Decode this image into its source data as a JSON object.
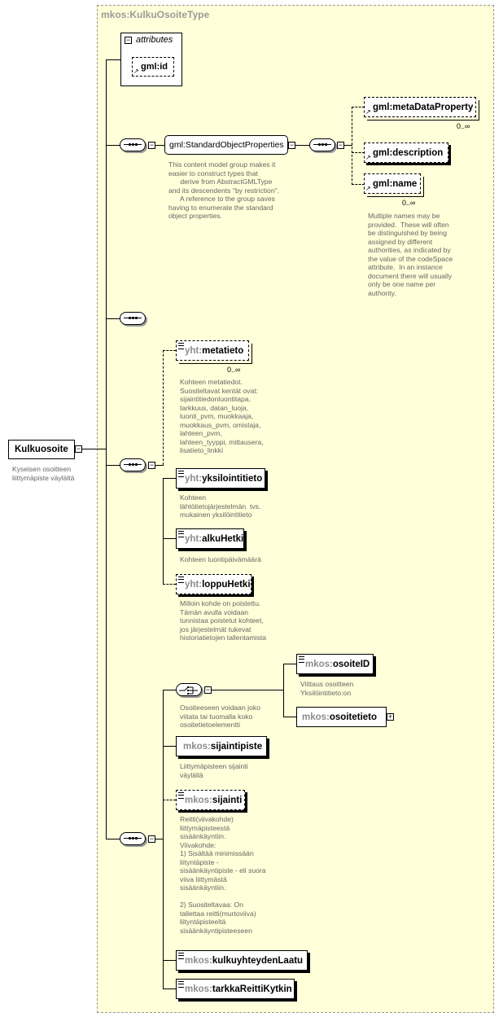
{
  "type_name": "mkos:KulkuOsoiteType",
  "root": {
    "label": "Kulkuosoite",
    "annotation": "Kyseisen osoitteen\nliittymäpiste väylältä"
  },
  "attributes": {
    "label": "attributes",
    "gml_id": "gml:id"
  },
  "std_group": {
    "label": "gml:StandardObjectProperties",
    "annotation": "This content model group makes it\neasier to construct types that\n      derive from AbstractGMLType\nand its descendents \"by restriction\".\n      A reference to the group saves\nhaving to enumerate the standard\nobject properties."
  },
  "gml": {
    "metaDataProperty": "gml:metaDataProperty",
    "metaDataProperty_card": "0..∞",
    "description": "gml:description",
    "name": "gml:name",
    "name_card": "0..∞",
    "name_annotation": "Multiple names may be\nprovided.  These will often\nbe distinguished by being\nassigned by different\nauthorities, as indicated by\nthe value of the codeSpace\nattribute.  In an instance\ndocument there will usually\nonly be one name per\nauthority."
  },
  "yht": {
    "metatieto_ns": "yht:",
    "metatieto": "metatieto",
    "metatieto_card": "0..∞",
    "metatieto_annotation": "Kohteen metatiedot.\nSuositeltavat kentät ovat:\nsijaintitiedonluontitapa,\ntarkkuus, datan_luoja,\nluonti_pvm, muokkaaja,\nmuokkaus_pvm, omistaja,\nlahteen_pvm,\nlahteen_tyyppi, mittausera,\nlisatieto_linkki",
    "yksilointitieto_ns": "yht:",
    "yksilointitieto": "yksilointitieto",
    "yksilointitieto_annotation": "Kohteen\nlähtötietojärjestelmän  tvs.\nmukainen yksilöintitieto",
    "alkuHetki_ns": "yht:",
    "alkuHetki": "alkuHetki",
    "alkuHetki_annotation": "Kohteen luontipäivämäärä",
    "loppuHetki_ns": "yht:",
    "loppuHetki": "loppuHetki",
    "loppuHetki_annotation": "Milloin kohde on poistettu.\nTämän avulla voidaan\ntunnistaa poistetut kohteet,\njos järjestelmät tukevat\nhistoriatietojen tallentamista"
  },
  "mkos": {
    "choice_annotation": "Osoiteeseen voidaan joko\nviitata tai tuomalla koko\nosoitetietoelementti",
    "osoiteID_ns": "mkos:",
    "osoiteID": "osoiteID",
    "osoiteID_annotation": "Viittaus osoitteen\nYksilöintitieto:on",
    "osoitetieto_ns": "mkos:",
    "osoitetieto": "osoitetieto",
    "sijaintipiste_ns": "mkos:",
    "sijaintipiste": "sijaintipiste",
    "sijaintipiste_annotation": "Liittymäpisteen sijainti\nväylällä",
    "sijainti_ns": "mkos:",
    "sijainti": "sijainti",
    "sijainti_annotation": "Reitti(viivakohde)\nliittymäpisteestä\nsisäänkäyntiin.\nViivakohde:\n1) Sisältää minimissään\nliityntäpiste -\nsisäänkäyntipiste - eli suora\nviiva liittymästä\nsisäänkäyntiin.\n\n2) Suositeltavaa: On\ntallettaa reitti(murtoviiva)\nliityntäpisteeltä\nsisäänkäyntipisteeseen",
    "kulkuyhteydenLaatu_ns": "mkos:",
    "kulkuyhteydenLaatu": "kulkuyhteydenLaatu",
    "tarkkaReittiKytkin_ns": "mkos:",
    "tarkkaReittiKytkin": "tarkkaReittiKytkin"
  }
}
